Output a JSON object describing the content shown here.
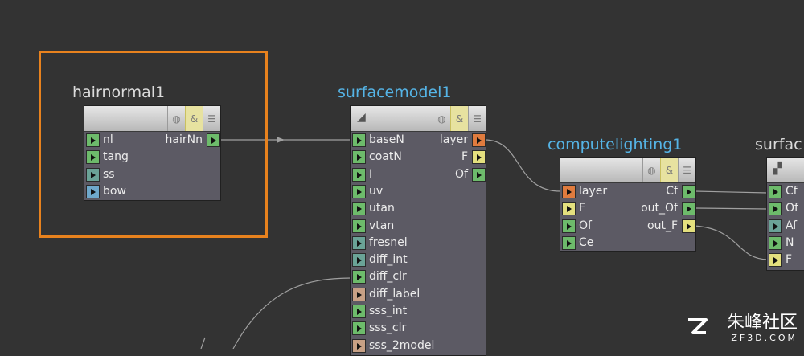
{
  "colors": {
    "green": "#6dbb6b",
    "teal": "#6aa397",
    "blue": "#6ea8cb",
    "orange": "#e07b3e",
    "yellow": "#e4e07e",
    "tan": "#c7a085",
    "title_white": "#dcdcdc",
    "title_blue": "#55b4e6",
    "selection": "#e8821e"
  },
  "nodes": {
    "hairnormal": {
      "title": "hairnormal1",
      "inputs": [
        {
          "label": "nl",
          "color": "green"
        },
        {
          "label": "tang",
          "color": "green"
        },
        {
          "label": "ss",
          "color": "teal"
        },
        {
          "label": "bow",
          "color": "blue"
        }
      ],
      "outputs": [
        {
          "label": "hairNn",
          "color": "green"
        }
      ],
      "header_icons": [
        "globe-icon",
        "lock-icon",
        "menu-icon"
      ]
    },
    "surfacemodel": {
      "title": "surfacemodel1",
      "type_icon": "shader-icon",
      "inputs": [
        {
          "label": "baseN",
          "color": "green"
        },
        {
          "label": "coatN",
          "color": "green"
        },
        {
          "label": "I",
          "color": "green"
        },
        {
          "label": "uv",
          "color": "green"
        },
        {
          "label": "utan",
          "color": "green"
        },
        {
          "label": "vtan",
          "color": "green"
        },
        {
          "label": "fresnel",
          "color": "teal"
        },
        {
          "label": "diff_int",
          "color": "teal"
        },
        {
          "label": "diff_clr",
          "color": "green"
        },
        {
          "label": "diff_label",
          "color": "tan"
        },
        {
          "label": "sss_int",
          "color": "green"
        },
        {
          "label": "sss_clr",
          "color": "green"
        },
        {
          "label": "sss_2model",
          "color": "tan"
        }
      ],
      "outputs": [
        {
          "label": "layer",
          "color": "orange"
        },
        {
          "label": "F",
          "color": "yellow"
        },
        {
          "label": "Of",
          "color": "green"
        }
      ],
      "header_icons": [
        "globe-icon",
        "lock-icon",
        "menu-icon"
      ]
    },
    "computelighting": {
      "title": "computelighting1",
      "inputs": [
        {
          "label": "layer",
          "color": "orange"
        },
        {
          "label": "F",
          "color": "yellow"
        },
        {
          "label": "Of",
          "color": "green"
        },
        {
          "label": "Ce",
          "color": "green"
        }
      ],
      "outputs": [
        {
          "label": "Cf",
          "color": "green"
        },
        {
          "label": "out_Of",
          "color": "green"
        },
        {
          "label": "out_F",
          "color": "yellow"
        }
      ],
      "header_icons": [
        "globe-icon",
        "lock-icon",
        "menu-icon"
      ]
    },
    "surface_output": {
      "title": "surfac",
      "type_icon": "checker-flag-icon",
      "inputs": [
        {
          "label": "Cf",
          "color": "green"
        },
        {
          "label": "Of",
          "color": "green"
        },
        {
          "label": "Af",
          "color": "teal"
        },
        {
          "label": "N",
          "color": "green"
        },
        {
          "label": "F",
          "color": "yellow"
        }
      ]
    }
  },
  "watermark": {
    "cn": "朱峰社区",
    "url": "ZF3D.COM"
  }
}
